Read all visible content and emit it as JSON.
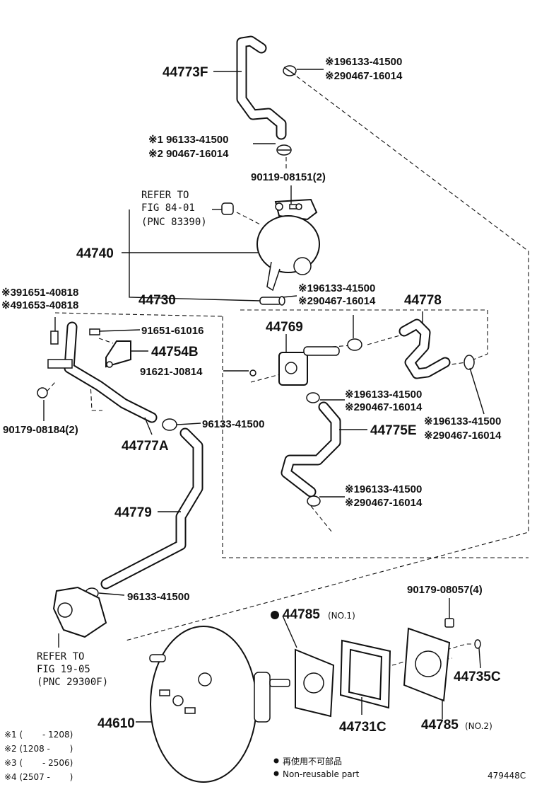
{
  "diagram_id": "479448C",
  "refs": {
    "alt_clamp_1": "※1 96133-41500",
    "alt_clamp_2": "※2 90467-16014",
    "fig84_1": "REFER TO",
    "fig84_2": "FIG 84-01",
    "fig84_3": "(PNC 83390)",
    "fig19_1": "REFER TO",
    "fig19_2": "FIG 19-05",
    "fig19_3": "(PNC 29300F)"
  },
  "parts": {
    "p44773F": "44773F",
    "p44740": "44740",
    "p44730": "44730",
    "p44778": "44778",
    "p44769": "44769",
    "p44754B": "44754B",
    "p44777A": "44777A",
    "p44775E": "44775E",
    "p44779": "44779",
    "p44785": "44785",
    "p44785_note": "(NO.1)",
    "p44785b": "44785",
    "p44785b_note": "(NO.2)",
    "p44735C": "44735C",
    "p44731C": "44731C",
    "p44610": "44610",
    "bolt_90119": "90119-08151(2)",
    "bolt_91651a": "※391651-40818",
    "bolt_91653": "※491653-40818",
    "bolt_91651b": "91651-61016",
    "bolt_91621": "91621-J0814",
    "nut_90179a": "90179-08184(2)",
    "nut_90179b": "90179-08057(4)",
    "clamp_96133_a": "96133-41500",
    "clamp_96133_b": "96133-41500",
    "clamp_top_1": "※196133-41500",
    "clamp_top_2": "※290467-16014",
    "clamp_mid_1": "※196133-41500",
    "clamp_mid_2": "※290467-16014",
    "clamp_r_1": "※196133-41500",
    "clamp_r_2": "※290467-16014",
    "clamp_c_1": "※196133-41500",
    "clamp_c_2": "※290467-16014",
    "clamp_b_1": "※196133-41500",
    "clamp_b_2": "※290467-16014"
  },
  "notes": {
    "n1": "※1 (　　 - 1208)",
    "n2": "※2 (1208 - 　　)",
    "n3": "※3 (　　 - 2506)",
    "n4": "※4 (2507 - 　　)"
  },
  "legend": {
    "jp": "再使用不可部品",
    "en": "Non-reusable part"
  }
}
